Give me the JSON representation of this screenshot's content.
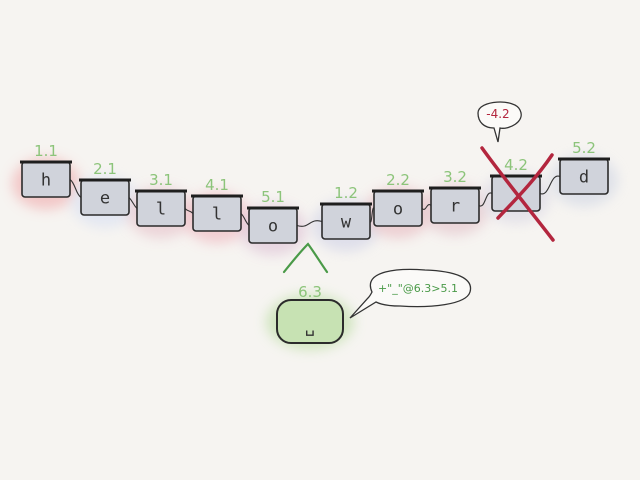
{
  "nodes": [
    {
      "char": "h",
      "id": "1.1"
    },
    {
      "char": "e",
      "id": "2.1"
    },
    {
      "char": "l",
      "id": "3.1"
    },
    {
      "char": "l",
      "id": "4.1"
    },
    {
      "char": "o",
      "id": "5.1"
    },
    {
      "char": "w",
      "id": "1.2"
    },
    {
      "char": "o",
      "id": "2.2"
    },
    {
      "char": "r",
      "id": "3.2"
    },
    {
      "char": "",
      "id": "4.2"
    },
    {
      "char": "d",
      "id": "5.2"
    }
  ],
  "inserted": {
    "char": "␣",
    "id": "6.3"
  },
  "deleted_bubble": {
    "text": "-4.2"
  },
  "insert_bubble": {
    "text": "+\"_\"@6.3>5.1"
  },
  "colors": {
    "id_green": "#8cc47a",
    "delete_red": "#b3263e",
    "insert_fill": "#c7e2b3",
    "node_fill": "#d0d3db"
  }
}
